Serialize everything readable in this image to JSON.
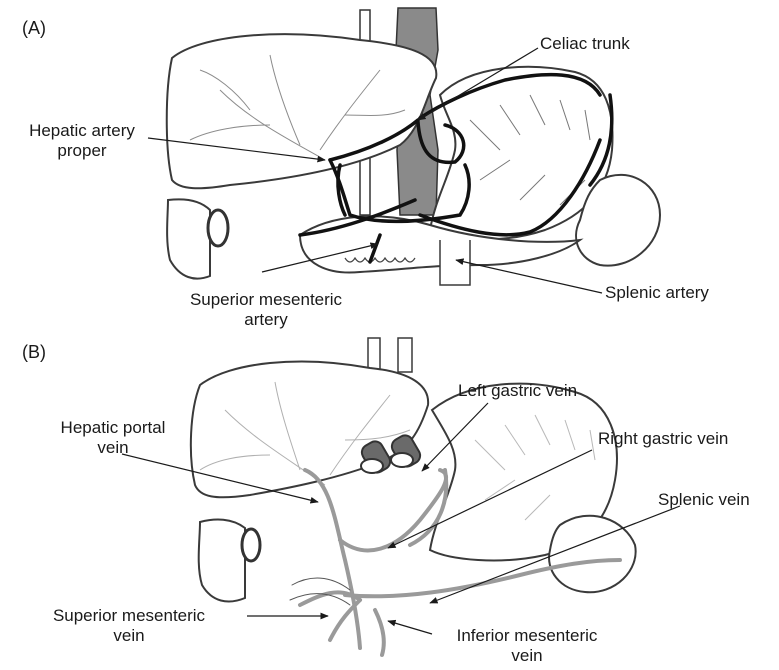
{
  "panels": {
    "a": {
      "tag": "(A)",
      "labels": {
        "celiac_trunk": "Celiac trunk",
        "hepatic_artery_line1": "Hepatic artery",
        "hepatic_artery_line2": "proper",
        "sma_line1": "Superior mesenteric",
        "sma_line2": "artery",
        "splenic_artery": "Splenic artery"
      }
    },
    "b": {
      "tag": "(B)",
      "labels": {
        "left_gastric_vein": "Left gastric vein",
        "hepatic_portal_line1": "Hepatic portal",
        "hepatic_portal_line2": "vein",
        "right_gastric_vein": "Right gastric vein",
        "splenic_vein": "Splenic vein",
        "smv_line1": "Superior mesenteric",
        "smv_line2": "vein",
        "imv_line1": "Inferior mesenteric",
        "imv_line2": "vein"
      }
    }
  },
  "colors": {
    "outline": "#3a3a3a",
    "artery": "#111111",
    "vein": "#9a9a9a",
    "vein_dark": "#555555",
    "background": "#ffffff"
  }
}
